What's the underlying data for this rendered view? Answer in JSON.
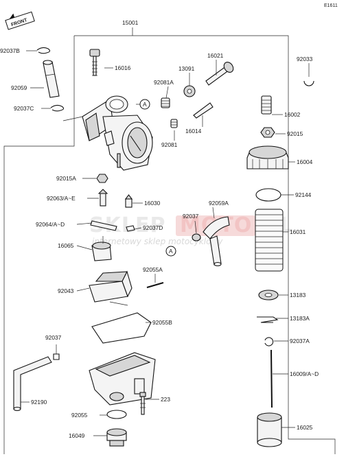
{
  "diagram": {
    "code": "E1611",
    "front_label": "FRONT",
    "watermark": {
      "brand_left": "SKLEP",
      "brand_mid": "MOTO",
      "brand_right": ".PL",
      "tagline": "internetowy sklep motocyklowy"
    },
    "callouts": [
      "A",
      "A"
    ],
    "parts": [
      "15001",
      "92037B",
      "92059",
      "92037C",
      "16016",
      "16021",
      "13091",
      "92081A",
      "16014",
      "92081",
      "92033",
      "16002",
      "92015",
      "16004",
      "92015A",
      "92063/A~E",
      "16030",
      "92064/A~D",
      "92037D",
      "16065",
      "92037",
      "92059A",
      "92055B",
      "92144",
      "16031",
      "92043",
      "92055A",
      "13183",
      "13183A",
      "92037A",
      "16009/A~D",
      "92190",
      "223",
      "92055",
      "16049",
      "16025"
    ]
  }
}
